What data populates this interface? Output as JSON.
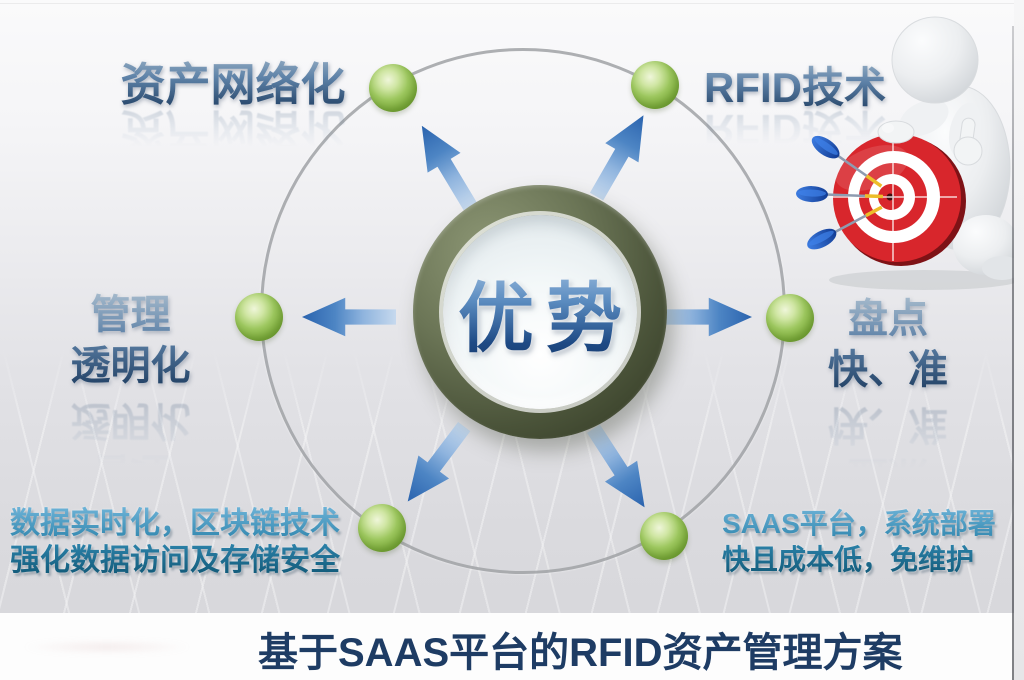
{
  "hub": {
    "label": "优势"
  },
  "nodes": {
    "top_left": {
      "label": "资产网络化"
    },
    "top_right": {
      "label": "RFID技术"
    },
    "left": {
      "line1": "管理",
      "line2": "透明化"
    },
    "right": {
      "line1": "盘点",
      "line2": "快、准"
    },
    "bottom_left": {
      "line1": "数据实时化，区块链技术",
      "line2": "强化数据访问及存储安全"
    },
    "bottom_right": {
      "line1": "SAAS平台，系统部署",
      "line2": "快且成本低，免维护"
    }
  },
  "footer": {
    "title": "基于SAAS平台的RFID资产管理方案"
  },
  "icons": {
    "mascot": "white-3d-figure-thumbs-up",
    "target": "red-dartboard-target",
    "dart": "blue-dart",
    "node": "green-sphere-dot",
    "arrow": "blue-outward-arrow"
  },
  "colors": {
    "node_green": "#7cab3a",
    "arrow_blue": "#2a63ae",
    "hub_ring_olive": "#5c6649",
    "hub_text_blue": "#1e4a85",
    "label_navy": "#1b3a5e",
    "desc_teal": "#0e5573",
    "target_red": "#d8262c",
    "footer_navy": "#1e3c64",
    "background_gray": "#d6d6da"
  }
}
